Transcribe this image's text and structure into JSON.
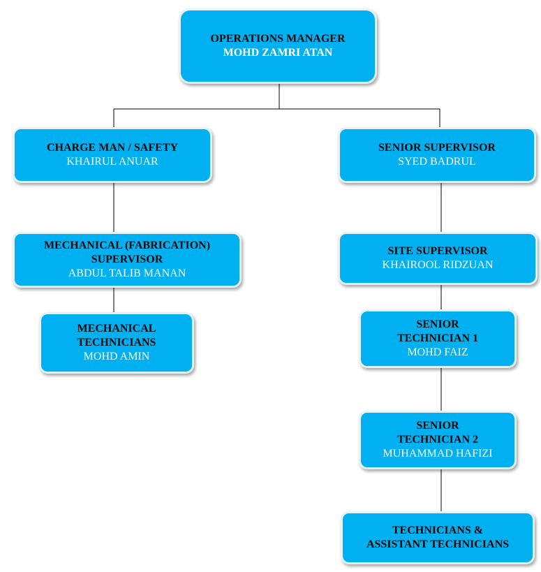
{
  "nodes": {
    "operations_manager": {
      "title": [
        "OPERATIONS MANAGER"
      ],
      "name": "MOHD ZAMRI ATAN"
    },
    "charge_man_safety": {
      "title": [
        "CHARGE MAN / SAFETY"
      ],
      "name": "KHAIRUL ANUAR"
    },
    "senior_supervisor": {
      "title": [
        "SENIOR SUPERVISOR"
      ],
      "name": "SYED BADRUL"
    },
    "mechanical_fabrication_supervisor": {
      "title": [
        "MECHANICAL (FABRICATION)",
        "SUPERVISOR"
      ],
      "name": "ABDUL TALIB MANAN"
    },
    "mechanical_technicians": {
      "title": [
        "MECHANICAL",
        "TECHNICIANS"
      ],
      "name": "MOHD AMIN"
    },
    "site_supervisor": {
      "title": [
        "SITE SUPERVISOR"
      ],
      "name": "KHAIROOL RIDZUAN"
    },
    "senior_technician_1": {
      "title": [
        "SENIOR",
        "TECHNICIAN 1"
      ],
      "name": "MOHD FAIZ"
    },
    "senior_technician_2": {
      "title": [
        "SENIOR",
        "TECHNICIAN 2"
      ],
      "name": "MUHAMMAD HAFIZI"
    },
    "technicians_assistant": {
      "title": [
        "TECHNICIANS &",
        "ASSISTANT TECHNICIANS"
      ],
      "name": ""
    }
  },
  "colors": {
    "box_fill": "#00b0f0",
    "box_border": "#e6f2f8",
    "title_text": "#0a0a0a",
    "name_text": "#ffffff",
    "connector": "#000000"
  }
}
